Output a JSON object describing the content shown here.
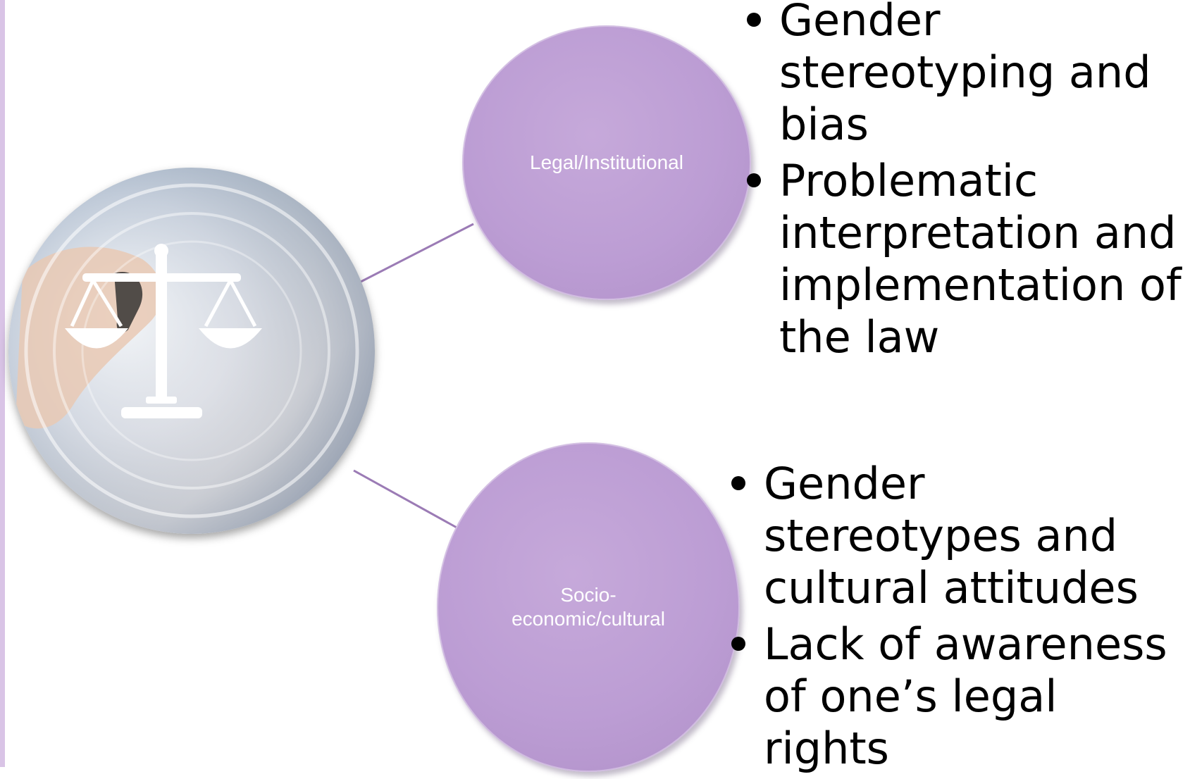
{
  "diagram": {
    "center_image": {
      "description_icon": "scales-of-justice-icon"
    },
    "nodes": [
      {
        "label": "Legal/Institutional",
        "bullets": [
          "Gender stereotyping and bias",
          "Problematic interpretation and implementation of the law"
        ]
      },
      {
        "label": "Socio-economic/cultural",
        "bullets": [
          "Gender stereotypes and cultural attitudes",
          "Lack of awareness of one’s legal rights"
        ]
      }
    ]
  },
  "colors": {
    "node_fill": "#bc9dd4",
    "connector": "#9b7bb5",
    "left_bar": "#d9c4e6",
    "bullet_text": "#000000",
    "node_text": "#ffffff"
  }
}
